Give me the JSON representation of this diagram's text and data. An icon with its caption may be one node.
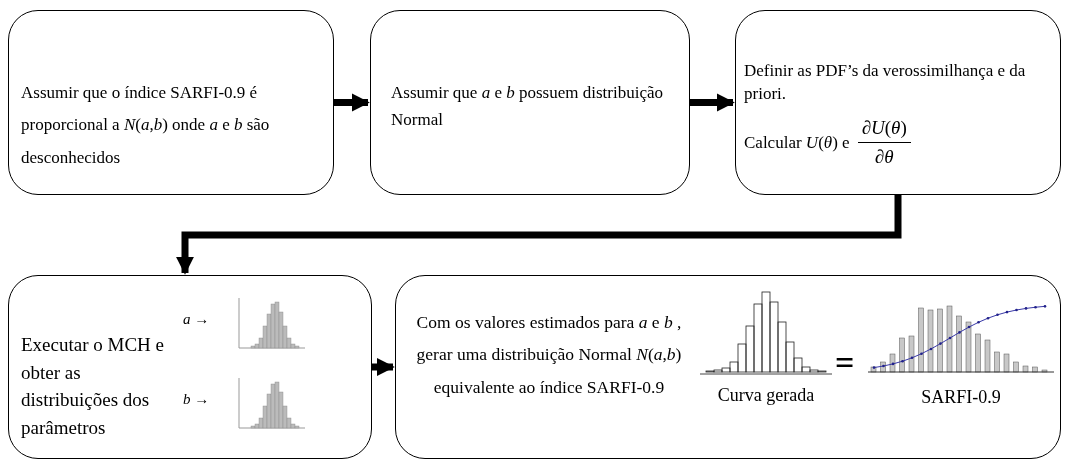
{
  "diagram": {
    "nodes": [
      {
        "text": [
          "Assumir que o índice SARFI-0.9 é proporcional a *N*(*a*,*b*) onde *a* e *b* são desconhecidos"
        ]
      },
      {
        "text": [
          "Assumir que *a* e *b* possuem distribuição Normal"
        ]
      },
      {
        "text": [
          "Definir as PDF’s da verossimilhança e da priori.",
          "Calcular *U*(*θ*) e",
          "∂*U*(*θ*)",
          "∂*θ*"
        ]
      },
      {
        "text": [
          "Executar o MCH e obter as distribuições dos parâmetros"
        ]
      },
      {
        "text": [],
        "shape": "picture",
        "in": 3,
        "beside": [
          "*a* →"
        ]
      },
      {
        "text": [],
        "shape": "picture",
        "in": 3,
        "beside": [
          "*b* →"
        ]
      },
      {
        "text": [
          "Com os valores estimados para *a* e *b* , gerar uma distribuição Normal *N*(*a*,*b*) equivalente ao índice SARFI-0.9"
        ]
      },
      {
        "text": [],
        "shape": "picture",
        "in": 6,
        "beside": [
          "Curva gerada"
        ]
      },
      {
        "text": [],
        "shape": "picture",
        "in": 6,
        "beside": [
          "SARFI-0.9"
        ]
      }
    ],
    "edges": [
      {
        "from": 0,
        "to": 1,
        "arrow": "to"
      },
      {
        "from": 1,
        "to": 2,
        "arrow": "to"
      },
      {
        "from": 2,
        "to": 3,
        "arrow": "to"
      },
      {
        "from": 3,
        "to": 6,
        "arrow": "to"
      }
    ],
    "labels": [
      "="
    ]
  }
}
